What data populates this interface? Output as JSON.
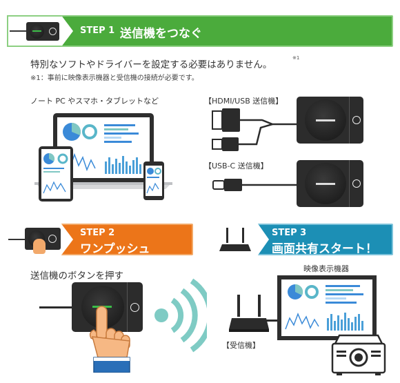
{
  "step1": {
    "label": "STEP 1",
    "title": "送信機をつなぐ"
  },
  "step1_text": {
    "main": "特別なソフトやドライバーを設定する必要はありません。",
    "mark": "※1",
    "note": "※1：事前に映像表示機器と受信機の接続が必要です。"
  },
  "devices_caption": "ノート PC やスマホ・タブレットなど",
  "hdmi_label": "【HDMI/USB 送信機】",
  "usbc_label": "【USB-C 送信機】",
  "step2": {
    "label": "STEP 2",
    "title": "ワンプッシュ"
  },
  "step3": {
    "label": "STEP 3",
    "title": "画面共有スタート！"
  },
  "step2_caption": "送信機のボタンを押す",
  "display_caption": "映像表示機器",
  "receiver_caption": "【受信機】",
  "colors": {
    "green": "#4bab3c",
    "orange": "#ec7519",
    "blue": "#1c8fb5",
    "teal": "#7fcbc4",
    "device": "#2c2c2c",
    "led": "#3cbe48"
  }
}
